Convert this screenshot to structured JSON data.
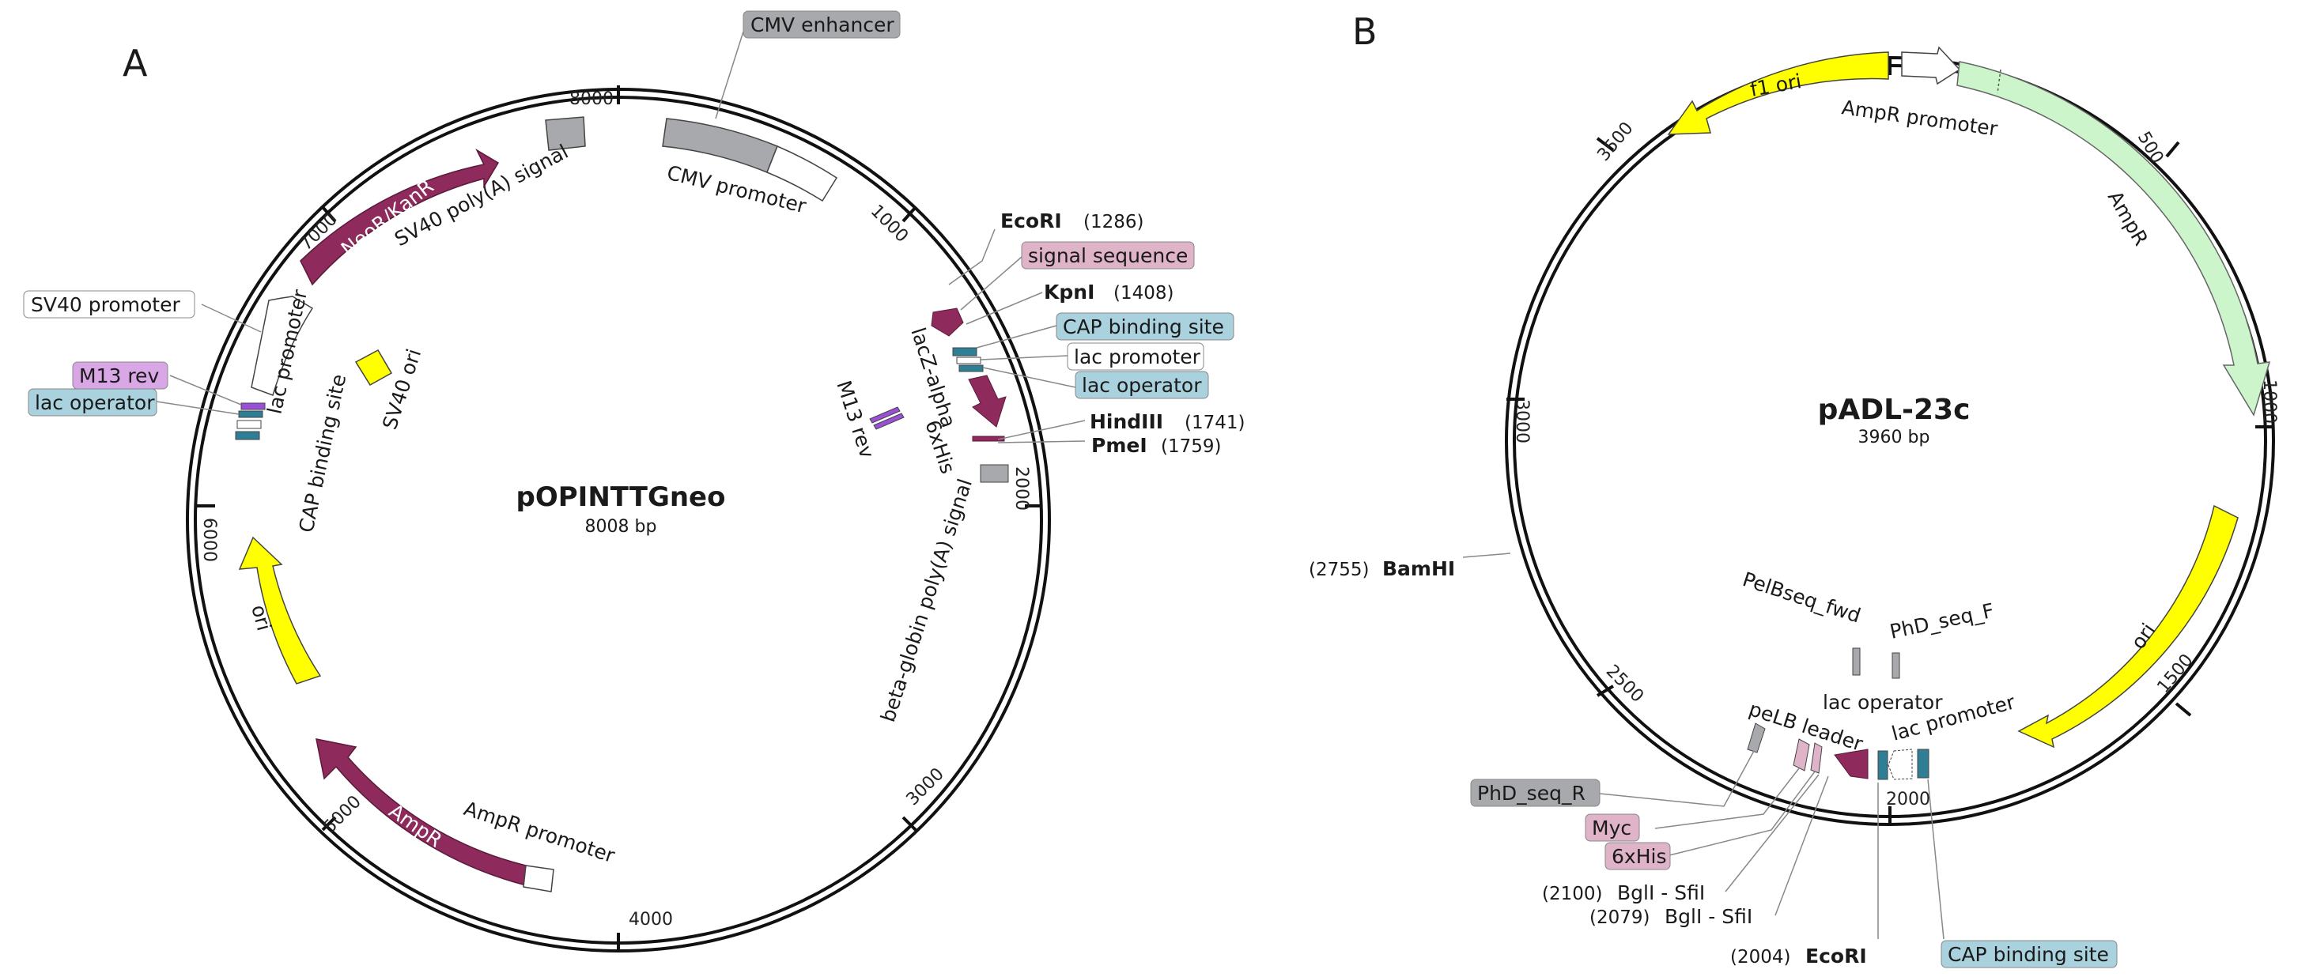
{
  "panelA": {
    "letter": "A",
    "name": "pOPINTTGneo",
    "size": "8008 bp",
    "ticks": [
      "8000",
      "1000",
      "2000",
      "3000",
      "4000",
      "5000",
      "6000",
      "7000"
    ],
    "features": {
      "cmv_enhancer": "CMV enhancer",
      "cmv_promoter": "CMV promoter",
      "sv40_polya": "SV40 poly(A) signal",
      "neor": "NeoR/KanR",
      "sv40_promoter": "SV40 promoter",
      "lac_promoter": "lac promoter",
      "cap_binding": "CAP binding site",
      "sv40_ori": "SV40 ori",
      "m13_rev": "M13 rev",
      "lac_operator": "lac operator",
      "ori": "ori",
      "ampr": "AmpR",
      "ampr_promoter": "AmpR promoter",
      "lacz_alpha": "lacZ-alpha",
      "sixhis": "6xHis",
      "m13_rev_inner": "M13 rev",
      "beta_globin": "beta-globin poly(A) signal"
    },
    "right_labels": {
      "ecori": {
        "name": "EcoRI",
        "pos": "(1286)"
      },
      "signal": "signal sequence",
      "kpni": {
        "name": "KpnI",
        "pos": "(1408)"
      },
      "cap": "CAP binding site",
      "lacprom": "lac promoter",
      "lacop": "lac operator",
      "hindiii": {
        "name": "HindIII",
        "pos": "(1741)"
      },
      "pmei": {
        "name": "PmeI",
        "pos": "(1759)"
      }
    },
    "left_labels": {
      "sv40prom": "SV40 promoter",
      "m13rev": "M13 rev",
      "lacop": "lac operator"
    }
  },
  "panelB": {
    "letter": "B",
    "name": "pADL-23c",
    "size": "3960 bp",
    "ticks": [
      "500",
      "1000",
      "1500",
      "2000",
      "2500",
      "3000",
      "3500"
    ],
    "features": {
      "f1ori": "f1 ori",
      "ampr_promoter": "AmpR promoter",
      "ampr": "AmpR",
      "ori": "ori",
      "pelbseq": "PelBseq_fwd",
      "phdseqf": "PhD_seq_F",
      "lacop": "lac operator",
      "lacprom": "lac promoter",
      "pelb": "peLB leader"
    },
    "sites": {
      "bamhi": {
        "name": "BamHI",
        "pos": "(2755)"
      },
      "ecori": {
        "name": "EcoRI",
        "pos": "(2004)"
      },
      "bgl1": {
        "name": "BglI - SfiI",
        "pos": "(2100)"
      },
      "bgl2": {
        "name": "BglI - SfiI",
        "pos": "(2079)"
      }
    },
    "boxes": {
      "phdseqr": "PhD_seq_R",
      "myc": "Myc",
      "sixhis": "6xHis",
      "cap": "CAP binding site"
    }
  },
  "colors": {
    "maroon": "#8f2a5c",
    "yellow": "#ffff00",
    "gray": "#a8a9ad",
    "lightgreen": "#ccf5cc",
    "teal": "#2e7f95",
    "pink": "#e0b4c8",
    "lightblue": "#a9d2de",
    "violet": "#d9a6e6"
  }
}
